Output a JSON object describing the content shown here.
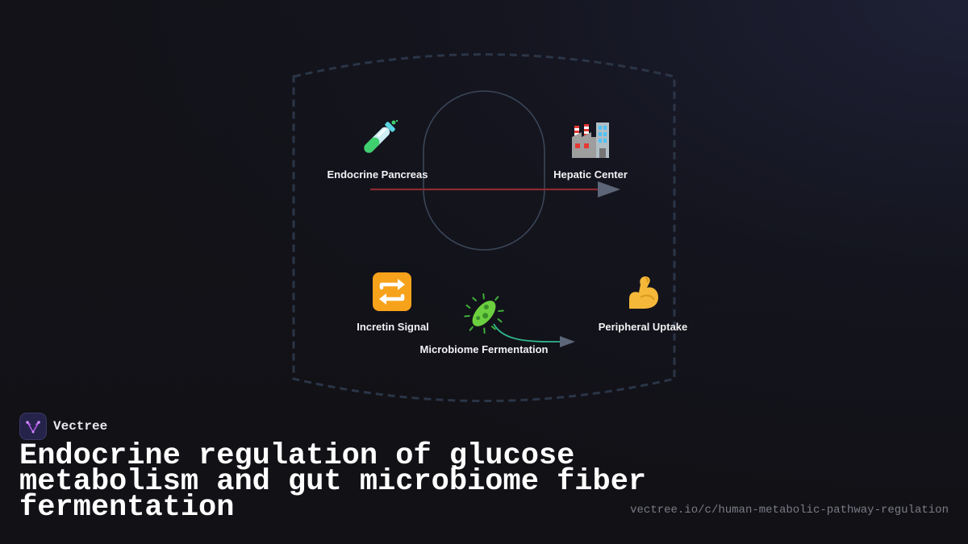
{
  "diagram": {
    "nodes": {
      "endocrine_pancreas": {
        "label": "Endocrine Pancreas",
        "icon": "test-tube-icon"
      },
      "hepatic_center": {
        "label": "Hepatic Center",
        "icon": "factory-icon"
      },
      "incretin_signal": {
        "label": "Incretin Signal",
        "icon": "repeat-arrows-icon"
      },
      "peripheral_uptake": {
        "label": "Peripheral Uptake",
        "icon": "flexed-bicep-icon"
      },
      "microbiome_fermentation": {
        "label": "Microbiome Fermentation",
        "icon": "microbe-icon"
      }
    },
    "edges": [
      {
        "from": "Endocrine Pancreas",
        "to": "Hepatic Center",
        "color": "#8a2a30"
      },
      {
        "from": "Microbiome Fermentation",
        "to": "Peripheral Uptake",
        "color": "#2fb58a"
      }
    ],
    "colors": {
      "boundary": "#2b3547",
      "loop": "#3a4658",
      "arrowhead": "#5d6678"
    }
  },
  "brand": {
    "name": "Vectree",
    "logo_icon": "vectree-logo-icon",
    "accent": "#b15be8"
  },
  "title": "Endocrine regulation of glucose metabolism and gut microbiome fiber fermentation",
  "url": "vectree.io/c/human-metabolic-pathway-regulation"
}
